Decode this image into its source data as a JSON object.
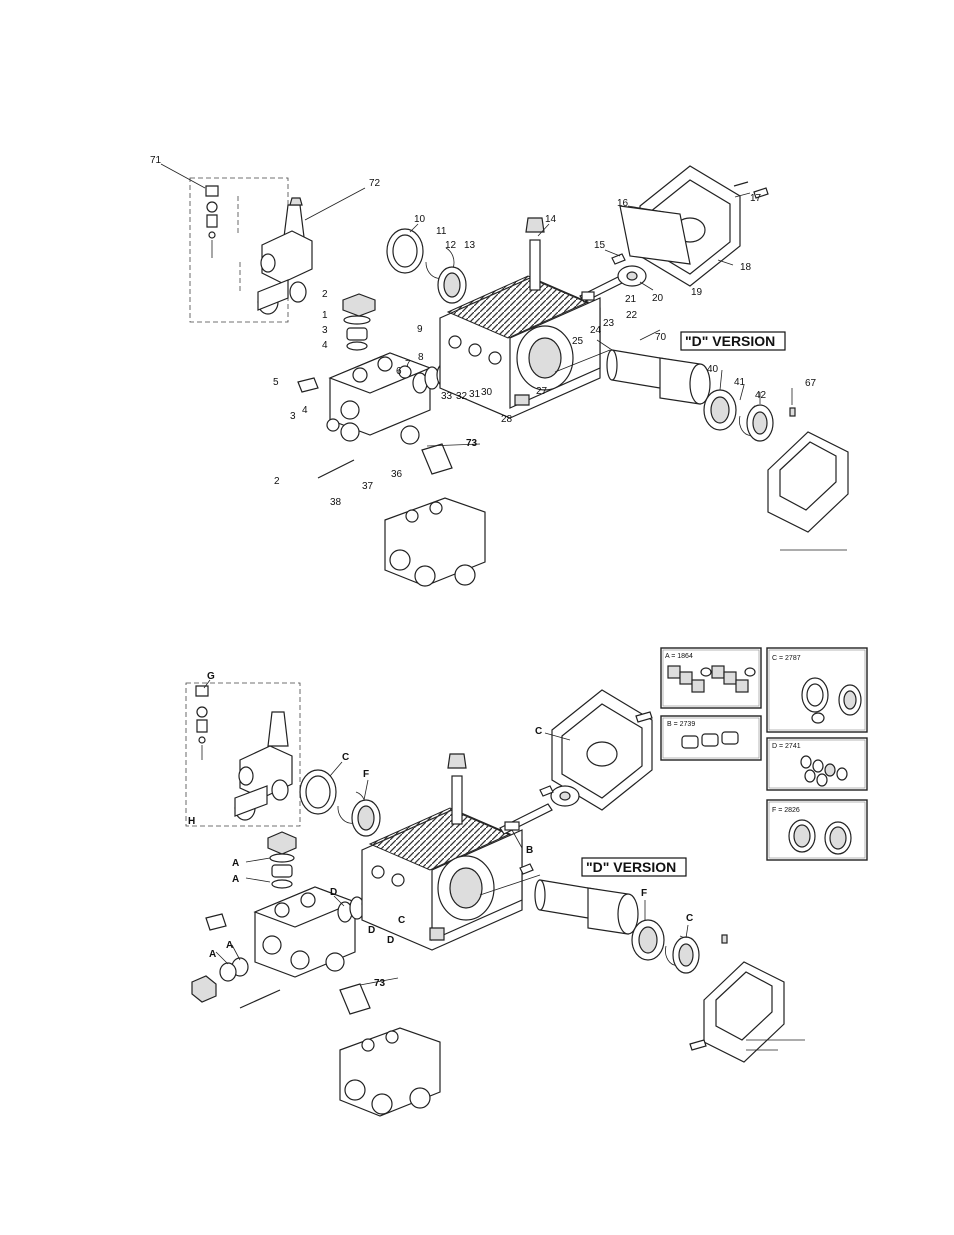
{
  "top": {
    "version_label": "\"D\" VERSION",
    "callouts": [
      {
        "id": "c71",
        "text": "71"
      },
      {
        "id": "c72",
        "text": "72"
      },
      {
        "id": "c10",
        "text": "10"
      },
      {
        "id": "c11",
        "text": "11"
      },
      {
        "id": "c12",
        "text": "12"
      },
      {
        "id": "c13",
        "text": "13"
      },
      {
        "id": "c14",
        "text": "14"
      },
      {
        "id": "c15",
        "text": "15"
      },
      {
        "id": "c16",
        "text": "16"
      },
      {
        "id": "c17",
        "text": "17"
      },
      {
        "id": "c18",
        "text": "18"
      },
      {
        "id": "c19",
        "text": "19"
      },
      {
        "id": "c20",
        "text": "20"
      },
      {
        "id": "c21",
        "text": "21"
      },
      {
        "id": "c22",
        "text": "22"
      },
      {
        "id": "c23",
        "text": "23"
      },
      {
        "id": "c24",
        "text": "24"
      },
      {
        "id": "c25",
        "text": "25"
      },
      {
        "id": "c2a",
        "text": "2"
      },
      {
        "id": "c1",
        "text": "1"
      },
      {
        "id": "c3",
        "text": "3"
      },
      {
        "id": "c4a",
        "text": "4"
      },
      {
        "id": "c9",
        "text": "9"
      },
      {
        "id": "c8",
        "text": "8"
      },
      {
        "id": "c7",
        "text": "7"
      },
      {
        "id": "c6",
        "text": "6"
      },
      {
        "id": "c5",
        "text": "5"
      },
      {
        "id": "c33",
        "text": "33"
      },
      {
        "id": "c32",
        "text": "32"
      },
      {
        "id": "c31",
        "text": "31"
      },
      {
        "id": "c30",
        "text": "30"
      },
      {
        "id": "c27",
        "text": "27"
      },
      {
        "id": "c28",
        "text": "28"
      },
      {
        "id": "c70",
        "text": "70"
      },
      {
        "id": "c40",
        "text": "40"
      },
      {
        "id": "c41",
        "text": "41"
      },
      {
        "id": "c42",
        "text": "42"
      },
      {
        "id": "c67",
        "text": "67"
      },
      {
        "id": "c3b",
        "text": "3"
      },
      {
        "id": "c4b",
        "text": "4"
      },
      {
        "id": "c73",
        "text": "73"
      },
      {
        "id": "c2b",
        "text": "2"
      },
      {
        "id": "c38",
        "text": "38"
      },
      {
        "id": "c37",
        "text": "37"
      },
      {
        "id": "c36",
        "text": "36"
      }
    ]
  },
  "bottom": {
    "version_label": "\"D\" VERSION",
    "callouts": [
      {
        "id": "bG",
        "text": "G"
      },
      {
        "id": "bH",
        "text": "H"
      },
      {
        "id": "bC1",
        "text": "C"
      },
      {
        "id": "bF1",
        "text": "F"
      },
      {
        "id": "bC2",
        "text": "C"
      },
      {
        "id": "bB",
        "text": "B"
      },
      {
        "id": "bA1",
        "text": "A"
      },
      {
        "id": "bA2",
        "text": "A"
      },
      {
        "id": "bD1",
        "text": "D"
      },
      {
        "id": "bD2",
        "text": "D"
      },
      {
        "id": "bD3",
        "text": "D"
      },
      {
        "id": "bC3",
        "text": "C"
      },
      {
        "id": "bA3",
        "text": "A"
      },
      {
        "id": "bA4",
        "text": "A"
      },
      {
        "id": "bF2",
        "text": "F"
      },
      {
        "id": "bC4",
        "text": "C"
      },
      {
        "id": "b73",
        "text": "73"
      }
    ],
    "kits": [
      {
        "id": "kitA",
        "text": "A = 1864"
      },
      {
        "id": "kitB",
        "text": "B = 2739"
      },
      {
        "id": "kitC",
        "text": "C = 2787"
      },
      {
        "id": "kitD",
        "text": "D = 2741"
      },
      {
        "id": "kitF",
        "text": "F = 2826"
      }
    ]
  }
}
